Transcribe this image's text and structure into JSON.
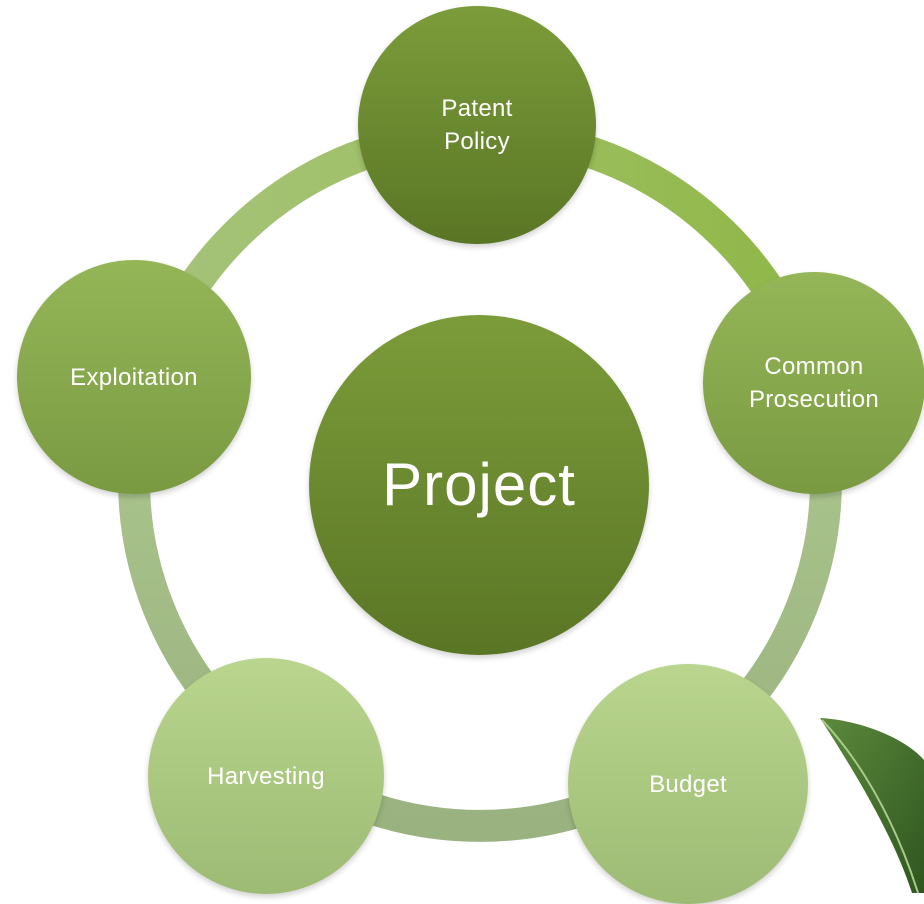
{
  "diagram": {
    "center": {
      "label": "Project"
    },
    "nodes": [
      {
        "label": "Patent\nPolicy"
      },
      {
        "label": "Common\nProsecution"
      },
      {
        "label": "Budget"
      },
      {
        "label": "Harvesting"
      },
      {
        "label": "Exploitation"
      }
    ],
    "colors": {
      "dark_green": "#6b8a2f",
      "mid_green": "#8aad4c",
      "light_green": "#b0ce84",
      "ring_light": "#a9c689",
      "leaf": "#3f6a2a"
    }
  }
}
